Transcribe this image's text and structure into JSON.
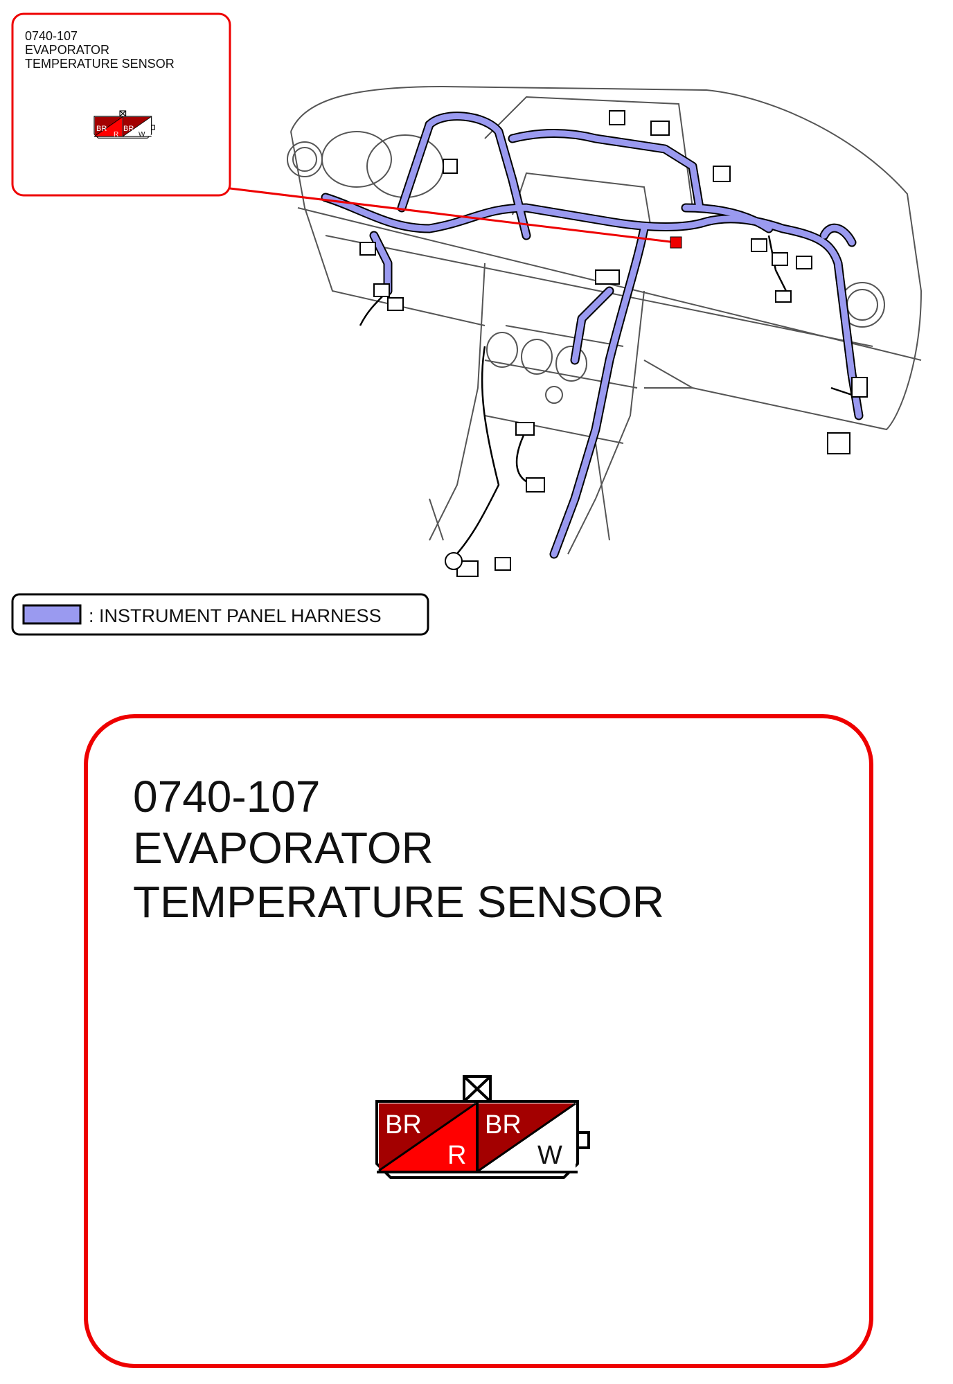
{
  "callout": {
    "code": "0740-107",
    "name_line1": "EVAPORATOR",
    "name_line2": "TEMPERATURE SENSOR"
  },
  "detail": {
    "code": "0740-107",
    "name_line1": "EVAPORATOR",
    "name_line2": "TEMPERATURE SENSOR"
  },
  "connector": {
    "pin1_top": "BR",
    "pin1_bottom": "R",
    "pin2_top": "BR",
    "pin2_bottom": "W"
  },
  "legend": {
    "label": ": INSTRUMENT PANEL HARNESS",
    "swatch_color": "#9a9af0"
  },
  "colors": {
    "accent_red": "#ee0000",
    "wire_brown": "#a30000",
    "wire_red": "#ff0000",
    "wire_white": "#ffffff",
    "harness": "#9a9af0"
  },
  "icons": {
    "lock_tab": "lock-tab-x-icon",
    "dashboard": "instrument-panel-drawing"
  }
}
